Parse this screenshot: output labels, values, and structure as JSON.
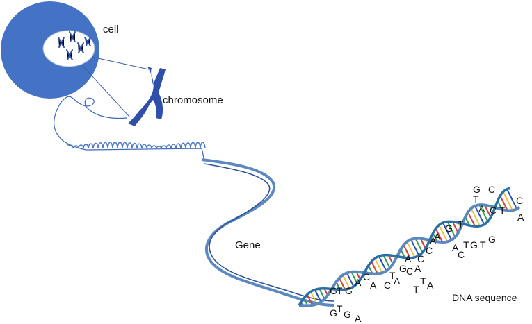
{
  "labels": {
    "cell": "cell",
    "chromosome": "chromosome",
    "gene": "Gene",
    "dna_sequence": "DNA sequence"
  },
  "bases": [
    "G",
    "T",
    "C",
    "A",
    "C",
    "T",
    "C",
    "A",
    "G",
    "A",
    "T",
    "G",
    "T",
    "G",
    "A",
    "C",
    "A",
    "C",
    "T",
    "C",
    "A",
    "G",
    "A",
    "A",
    "C",
    "T",
    "T",
    "A",
    "G",
    "T",
    "G",
    "A",
    "C",
    "A",
    "C",
    "T",
    "G",
    "T",
    "G",
    "A"
  ],
  "colors": {
    "cell_body": "#4472c4",
    "chromosome": "#2f4fa8",
    "strand": "#5b88bf",
    "rung_red": "#d93a3a",
    "rung_green": "#2f9e4a",
    "rung_blue": "#2a4fb0",
    "rung_yellow": "#e8c840"
  }
}
